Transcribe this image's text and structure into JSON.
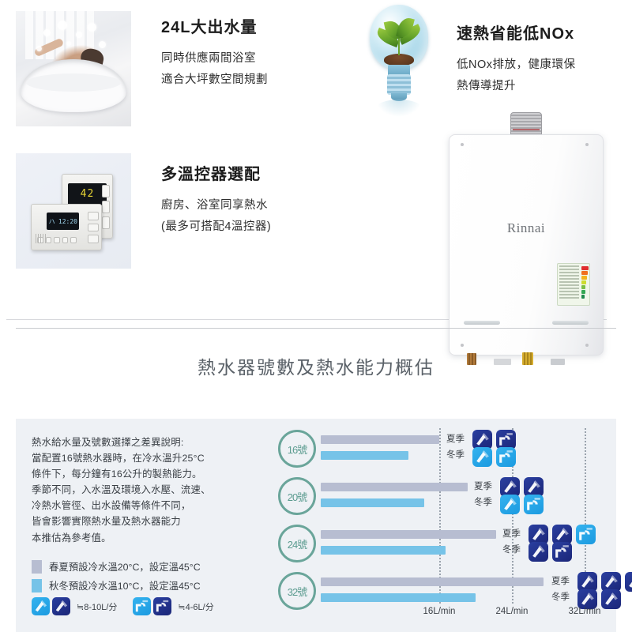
{
  "features": [
    {
      "id": "high-flow",
      "title": "24L大出水量",
      "lines": [
        "同時供應兩間浴室",
        "適合大坪數空間規劃"
      ],
      "image_name": "bathtub-photo"
    },
    {
      "id": "low-nox",
      "title": "速熱省能低NOx",
      "lines": [
        "低NOx排放，健康環保",
        "熱傳導提升"
      ],
      "image_name": "eco-bulb-image"
    },
    {
      "id": "multi-controller",
      "title": "多溫控器選配",
      "lines": [
        "廚房、浴室同享熱水",
        "(最多可搭配4溫控器)"
      ],
      "image_name": "controller-photo"
    }
  ],
  "product": {
    "brand": "Rinnai",
    "image_name": "water-heater-photo"
  },
  "controller": {
    "display_a": "42",
    "display_b_left": "ハ",
    "display_b_right": "12:20"
  },
  "section": {
    "title": "熱水器號數及熱水能力概估"
  },
  "notes": {
    "lines": [
      "熱水給水量及號數選擇之差異說明:",
      "當配置16號熱水器時，在冷水溫升25°C",
      "條件下，每分鐘有16公升的製熱能力。",
      "季節不同，入水溫及環境入水壓、流速、",
      "冷熱水管徑、出水設備等條件不同，",
      "皆會影響實際熱水量及熱水器能力",
      "本推估為參考值。"
    ]
  },
  "legend": {
    "items": [
      {
        "color": "#b7bdd1",
        "label": "春夏預設冷水溫20°C，設定溫45°C"
      },
      {
        "color": "#76c3e8",
        "label": "秋冬預設冷水溫10°C，設定溫45°C"
      }
    ],
    "fixtures": [
      {
        "icon": "shower-icon",
        "flow": "≒8-10L/分"
      },
      {
        "icon": "faucet-icon",
        "flow": "≒4-6L/分"
      }
    ]
  },
  "season_labels": {
    "summer": "夏季",
    "winter": "冬季"
  },
  "chart_data": {
    "type": "bar",
    "title": "熱水器號數及熱水能力概估",
    "orientation": "horizontal",
    "xlabel": "",
    "ylabel": "",
    "xlim": [
      0,
      36
    ],
    "unit": "L/min",
    "grid": false,
    "tick_labels": [
      "16L/min",
      "24L/min",
      "32L/min"
    ],
    "tick_values": [
      16,
      24,
      32
    ],
    "categories": [
      "16號",
      "20號",
      "24號",
      "32號"
    ],
    "series": [
      {
        "name": "夏季",
        "color": "#b7bdd1",
        "values": [
          16.0,
          20.0,
          24.0,
          32.0
        ]
      },
      {
        "name": "冬季",
        "color": "#76c3e8",
        "values": [
          11.8,
          14.0,
          17.0,
          22.0
        ]
      }
    ],
    "fixtures_by_category": [
      {
        "category": "16號",
        "summer": [
          "shower-icon",
          "faucet-icon"
        ],
        "winter": [
          "shower-icon",
          "faucet-icon"
        ]
      },
      {
        "category": "20號",
        "summer": [
          "shower-icon",
          "shower-icon"
        ],
        "winter": [
          "shower-icon",
          "faucet-icon"
        ]
      },
      {
        "category": "24號",
        "summer": [
          "shower-icon",
          "shower-icon",
          "faucet-icon"
        ],
        "winter": [
          "shower-icon",
          "faucet-icon"
        ]
      },
      {
        "category": "32號",
        "summer": [
          "shower-icon",
          "shower-icon",
          "shower-icon"
        ],
        "winter": [
          "shower-icon",
          "shower-icon"
        ]
      }
    ]
  },
  "colors": {
    "badge_ring": "#6aa59a",
    "badge_text": "#5c9c90",
    "panel_bg": "#eef1f5",
    "summer_bar": "#b7bdd1",
    "winter_bar": "#76c3e8",
    "icon_light": "#1b9ae0",
    "icon_dark": "#1b2678"
  }
}
